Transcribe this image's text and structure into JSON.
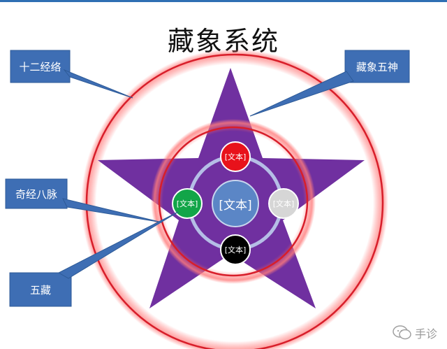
{
  "title": "藏象系统",
  "callouts": {
    "meridians": "十二经络",
    "spirits": "藏象五神",
    "extra_vessels": "奇经八脉",
    "five_zang": "五藏"
  },
  "nodes": {
    "center": "[文本]",
    "top": "[文本]",
    "left": "[文本]",
    "right": "[文本]",
    "bottom": "[文本]"
  },
  "colors": {
    "star": "#7030a0",
    "ring": "#d81e2a",
    "callout": "#3e6eb4",
    "center": "#5b86c6",
    "node_top": "#e8121b",
    "node_left": "#12a548",
    "node_right": "#d6d6d6",
    "node_bottom": "#000000",
    "inner_ring": "#b5bee6"
  },
  "watermark": "手诊"
}
